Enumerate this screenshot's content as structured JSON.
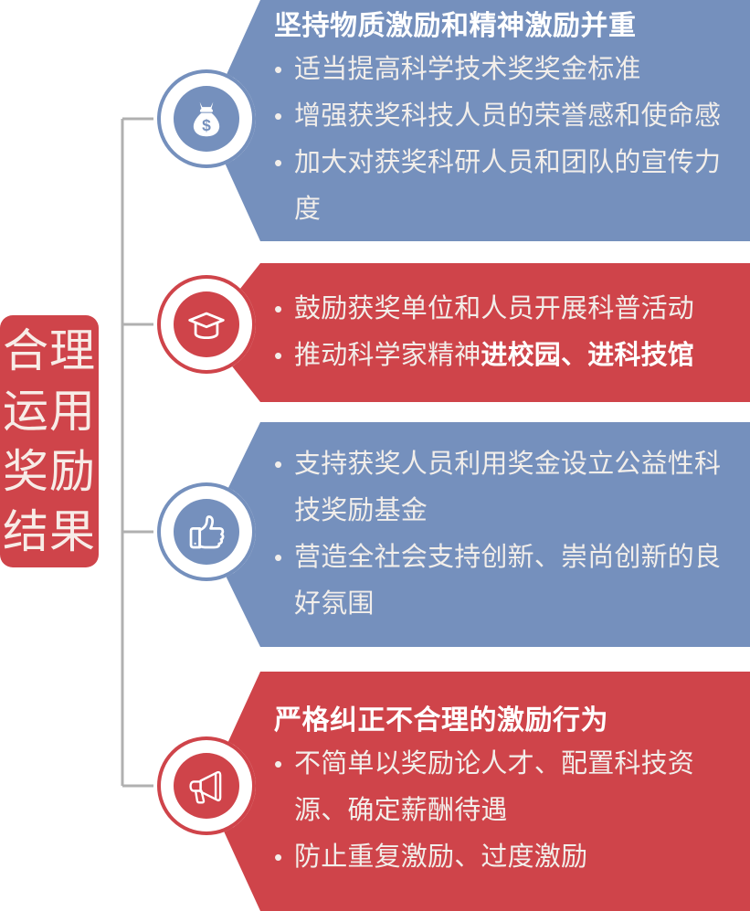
{
  "theme": {
    "blue": "#7590bd",
    "red": "#cf444a",
    "text_light": "#f2eeea",
    "connector_gray": "#b0b0b0"
  },
  "category": {
    "label": "合理\n运用\n奖励\n结果",
    "plain": "合理运用奖励结果"
  },
  "panels": [
    {
      "id": "panel-1",
      "color": "blue",
      "icon": "money-bag-icon",
      "heading": "坚持物质激励和精神激励并重",
      "bullets": [
        {
          "text": "适当提高科学技术奖奖金标准",
          "bold_tail": ""
        },
        {
          "text": "增强获奖科技人员的荣誉感和使命感",
          "bold_tail": ""
        },
        {
          "text": "加大对获奖科研人员和团队的宣传力度",
          "bold_tail": ""
        }
      ]
    },
    {
      "id": "panel-2",
      "color": "red",
      "icon": "graduation-cap-icon",
      "heading": "",
      "bullets": [
        {
          "text": "鼓励获奖单位和人员开展科普活动",
          "bold_tail": ""
        },
        {
          "text": "推动科学家精神",
          "bold_tail": "进校园、进科技馆"
        }
      ]
    },
    {
      "id": "panel-3",
      "color": "blue",
      "icon": "thumbs-up-icon",
      "heading": "",
      "bullets": [
        {
          "text": "支持获奖人员利用奖金设立公益性科技奖励基金",
          "bold_tail": ""
        },
        {
          "text": "营造全社会支持创新、崇尚创新的良好氛围",
          "bold_tail": ""
        }
      ]
    },
    {
      "id": "panel-4",
      "color": "red",
      "icon": "megaphone-icon",
      "heading": "严格纠正不合理的激励行为",
      "bullets": [
        {
          "text": "不简单以奖励论人才、配置科技资源、确定薪酬待遇",
          "bold_tail": ""
        },
        {
          "text": "防止重复激励、过度激励",
          "bold_tail": ""
        }
      ]
    }
  ]
}
